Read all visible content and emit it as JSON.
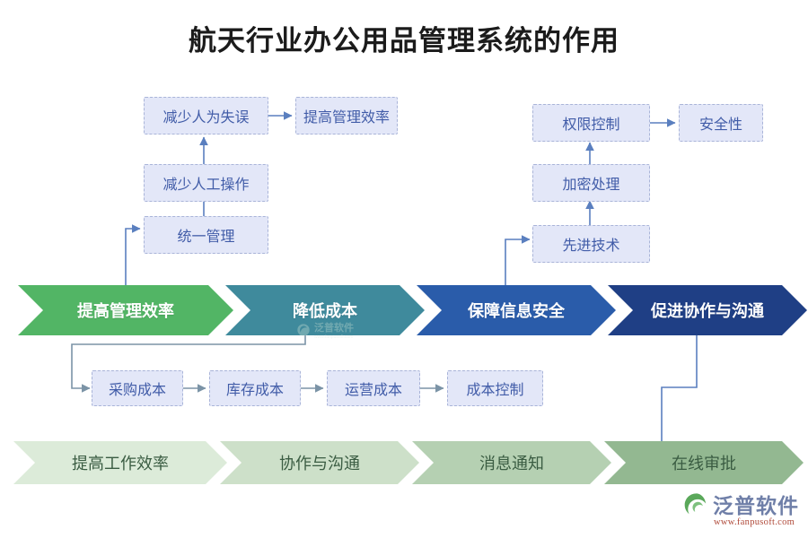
{
  "page": {
    "title": "航天行业办公用品管理系统的作用",
    "background": "#ffffff"
  },
  "colors": {
    "node_fill": "#e3e7f8",
    "node_border": "#a9b4d8",
    "node_text": "#415ca8",
    "connector": "#5a7fbf",
    "connector_gray": "#7b93a6",
    "chev_green": "#52b565",
    "chev_teal": "#3f8a9c",
    "chev_blue": "#2a5caa",
    "chev_navy": "#1f3f85",
    "bottom_1": "#dcebd9",
    "bottom_2": "#cde0c9",
    "bottom_3": "#b5d0b2",
    "bottom_4": "#93b891",
    "bottom_text": "#3a5c42",
    "title_text": "#1b1b1b"
  },
  "left_branch": {
    "top_box": "减少人为失误",
    "top_result": "提高管理效率",
    "mid_box": "减少人工操作",
    "bottom_box": "统一管理"
  },
  "right_branch": {
    "top_box": "权限控制",
    "top_result": "安全性",
    "mid_box": "加密处理",
    "bottom_box": "先进技术"
  },
  "cost_chain": {
    "items": [
      {
        "label": "采购成本"
      },
      {
        "label": "库存成本"
      },
      {
        "label": "运营成本"
      },
      {
        "label": "成本控制"
      }
    ]
  },
  "main_flow": {
    "steps": [
      {
        "label": "提高管理效率",
        "color": "#52b565"
      },
      {
        "label": "降低成本",
        "color": "#3f8a9c"
      },
      {
        "label": "保障信息安全",
        "color": "#2a5caa"
      },
      {
        "label": "促进协作与沟通",
        "color": "#1f3f85"
      }
    ]
  },
  "bottom_flow": {
    "steps": [
      {
        "label": "提高工作效率",
        "color": "#dcebd9"
      },
      {
        "label": "协作与沟通",
        "color": "#cde0c9"
      },
      {
        "label": "消息通知",
        "color": "#b5d0b2"
      },
      {
        "label": "在线审批",
        "color": "#93b891"
      }
    ]
  },
  "watermark": {
    "center_text": "泛普软件",
    "center_sub": "www.fanpusoft.com"
  },
  "logo": {
    "name": "泛普软件",
    "url": "www.fanpusoft.com"
  }
}
